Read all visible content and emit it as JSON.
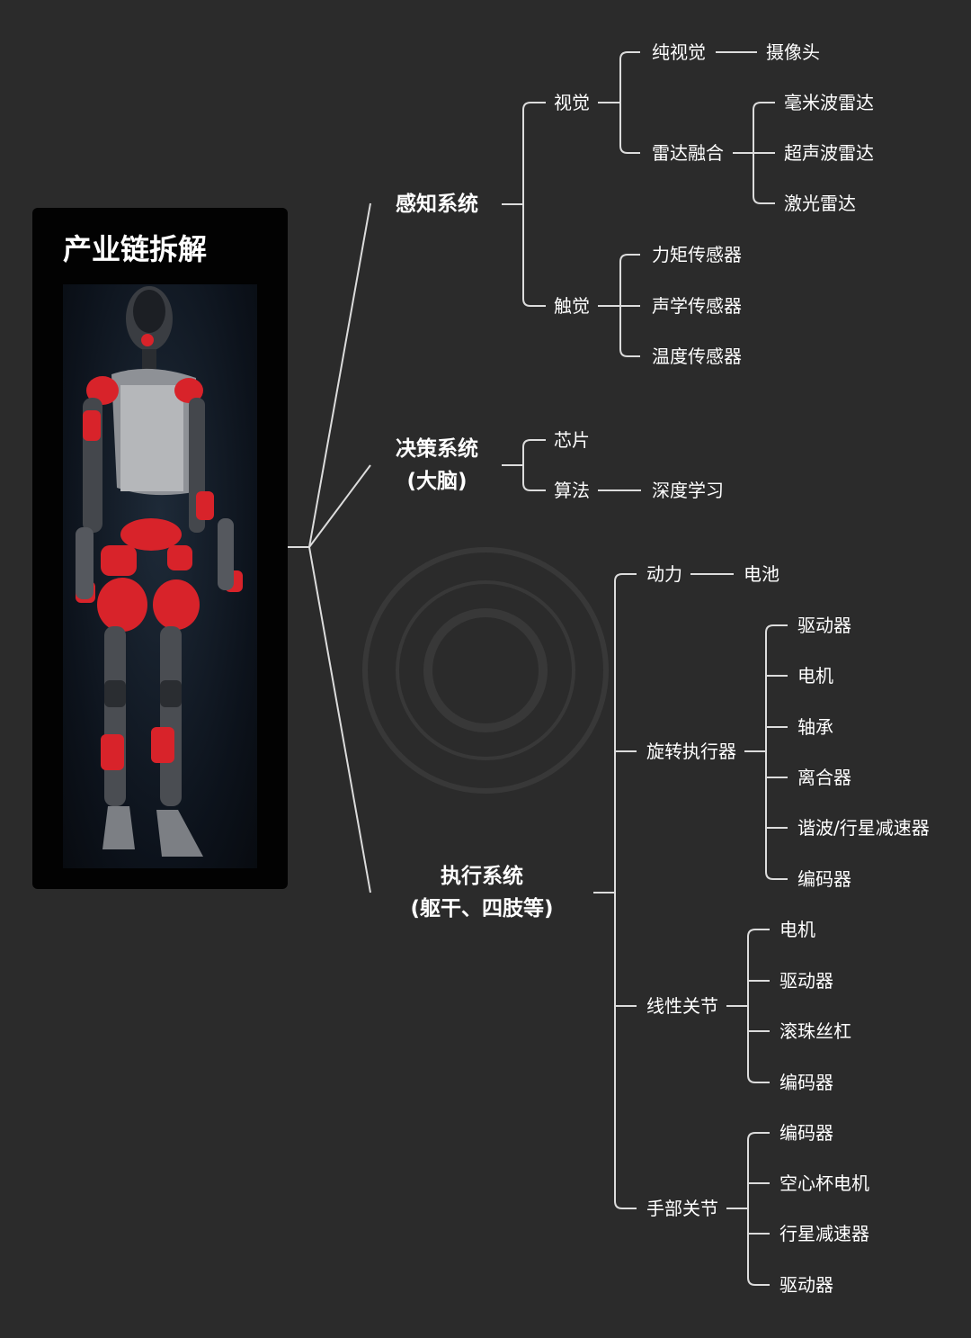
{
  "panel": {
    "title": "产业链拆解",
    "image_label": "humanoid-robot-figure"
  },
  "accent_color": "#d8232a",
  "line_color": "#dcdcdc",
  "background_color": "#2b2b2b",
  "mindmap": {
    "perception": {
      "label": "感知系统",
      "vision": {
        "label": "视觉",
        "pure_vision": {
          "label": "纯视觉",
          "camera": "摄像头"
        },
        "radar_fusion": {
          "label": "雷达融合",
          "items": [
            "毫米波雷达",
            "超声波雷达",
            "激光雷达"
          ]
        }
      },
      "touch": {
        "label": "触觉",
        "items": [
          "力矩传感器",
          "声学传感器",
          "温度传感器"
        ]
      }
    },
    "decision": {
      "label_line1": "决策系统",
      "label_line2": "(大脑)",
      "chip": "芯片",
      "algorithm": {
        "label": "算法",
        "deep_learning": "深度学习"
      }
    },
    "execution": {
      "label_line1": "执行系统",
      "label_line2": "(躯干、四肢等)",
      "power": {
        "label": "动力",
        "battery": "电池"
      },
      "rotary_actuator": {
        "label": "旋转执行器",
        "items": [
          "驱动器",
          "电机",
          "轴承",
          "离合器",
          "谐波/行星减速器",
          "编码器"
        ]
      },
      "linear_joint": {
        "label": "线性关节",
        "items": [
          "电机",
          "驱动器",
          "滚珠丝杠",
          "编码器"
        ]
      },
      "hand_joint": {
        "label": "手部关节",
        "items": [
          "编码器",
          "空心杯电机",
          "行星减速器",
          "驱动器"
        ]
      }
    }
  }
}
